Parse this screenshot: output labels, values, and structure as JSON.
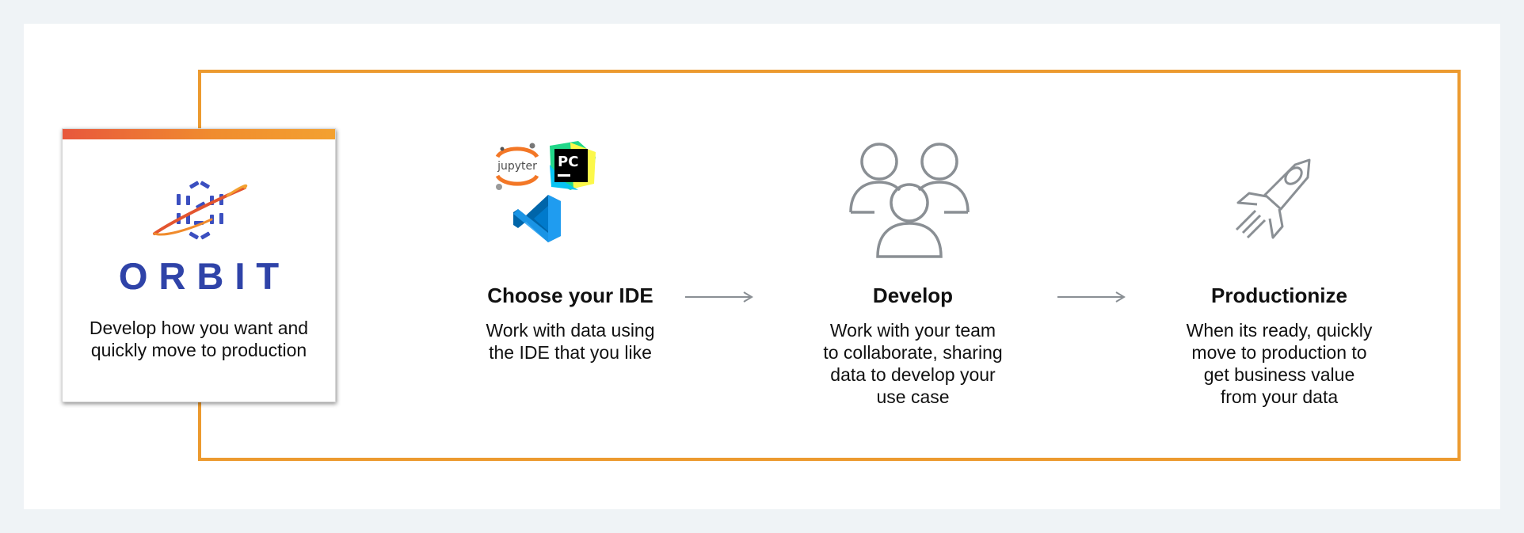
{
  "orbit_card": {
    "logo_text": "ORBIT",
    "description_line1": "Develop how you want and",
    "description_line2": "quickly move to production"
  },
  "steps": [
    {
      "title": "Choose your IDE",
      "desc_lines": [
        "Work with data using",
        "the IDE that you like"
      ],
      "icons": [
        "jupyter-logo",
        "pycharm-logo",
        "vscode-logo"
      ],
      "jupyter_label": "jupyter",
      "pycharm_label": "PC"
    },
    {
      "title": "Develop",
      "desc_lines": [
        "Work with your team",
        "to collaborate, sharing",
        "data to develop your",
        "use case"
      ],
      "icons": [
        "users-group-icon"
      ]
    },
    {
      "title": "Productionize",
      "desc_lines": [
        "When its ready, quickly",
        "move to production to",
        "get business value",
        "from your data"
      ],
      "icons": [
        "rocket-icon"
      ]
    }
  ],
  "colors": {
    "frame_orange": "#ec9a2f",
    "orbit_blue": "#2f43a8",
    "icon_gray": "#8a8f94",
    "arrow_gray": "#8a8f94"
  }
}
